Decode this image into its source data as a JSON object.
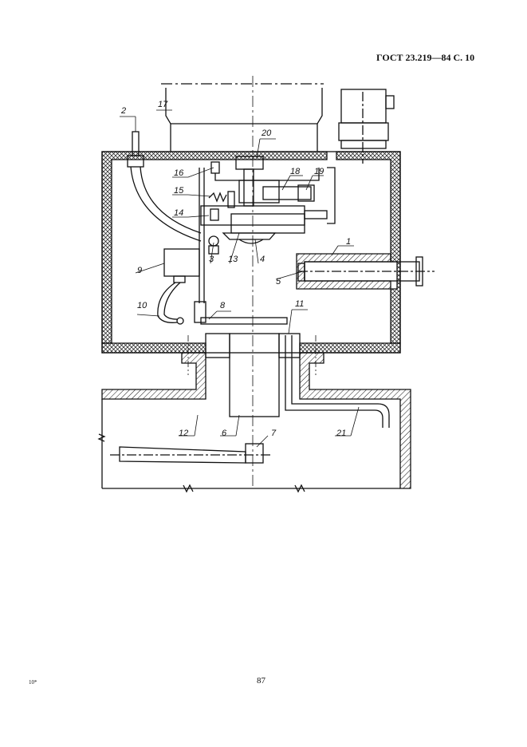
{
  "header": {
    "text": "ГОСТ 23.219—84 С. 10"
  },
  "footer": {
    "page_number": "87",
    "footnote_mark": "10*"
  },
  "figure": {
    "labels": {
      "l1": "1",
      "l2": "2",
      "l3": "3",
      "l4": "4",
      "l5": "5",
      "l6": "6",
      "l7": "7",
      "l8": "8",
      "l9": "9",
      "l10": "10",
      "l11": "11",
      "l12": "12",
      "l13": "13",
      "l14": "14",
      "l15": "15",
      "l16": "16",
      "l17": "17",
      "l18": "18",
      "l19": "19",
      "l20": "20",
      "l21": "21"
    }
  }
}
